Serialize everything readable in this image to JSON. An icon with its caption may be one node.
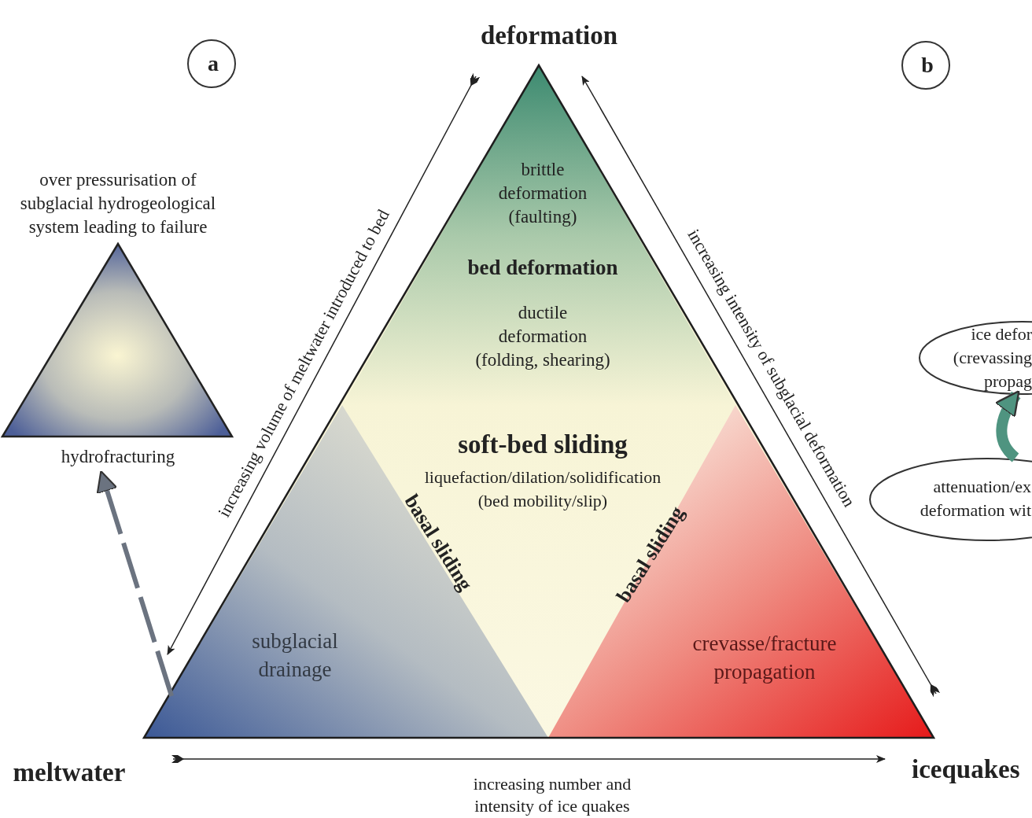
{
  "diagram": {
    "nodes": [
      {
        "text": [
          "a"
        ]
      },
      {
        "text": [
          "b"
        ]
      },
      {
        "text": [
          "over pressurisation of subglacial hydrogeological system leading to failure",
          "hydrofracturing"
        ]
      },
      {
        "text": [],
        "shape": "triangle"
      },
      {
        "text": [
          "brittle deformation (faulting)",
          "bed deformation",
          "ductile deformation (folding, shearing)"
        ],
        "in": 3
      },
      {
        "text": [
          "soft-bed sliding",
          "liquefaction/dilation/solidification (bed mobility/slip)"
        ],
        "in": 3
      },
      {
        "text": [
          "subglacial drainage"
        ],
        "in": 3
      },
      {
        "text": [
          "crevasse/fracture propagation"
        ],
        "in": 3
      },
      {
        "text": [
          "ice defor (crevassing propag"
        ]
      },
      {
        "text": [
          "attenuation/ex deformation wit"
        ]
      }
    ],
    "edges": [
      {
        "from": 3,
        "to": 2,
        "arrow": "to",
        "style": "dashed",
        "color": "#6b7380"
      },
      {
        "from": 9,
        "to": 8,
        "arrow": "to",
        "style": "thick",
        "color": "#4f9480"
      }
    ],
    "labels": [
      "deformation",
      "increasing volume of meltwater introduced to bed",
      "increasing intensity of subglacial deformation",
      "basal sliding",
      "basal sliding",
      "meltwater",
      "icequakes",
      "increasing number and intensity of ice quakes"
    ]
  }
}
